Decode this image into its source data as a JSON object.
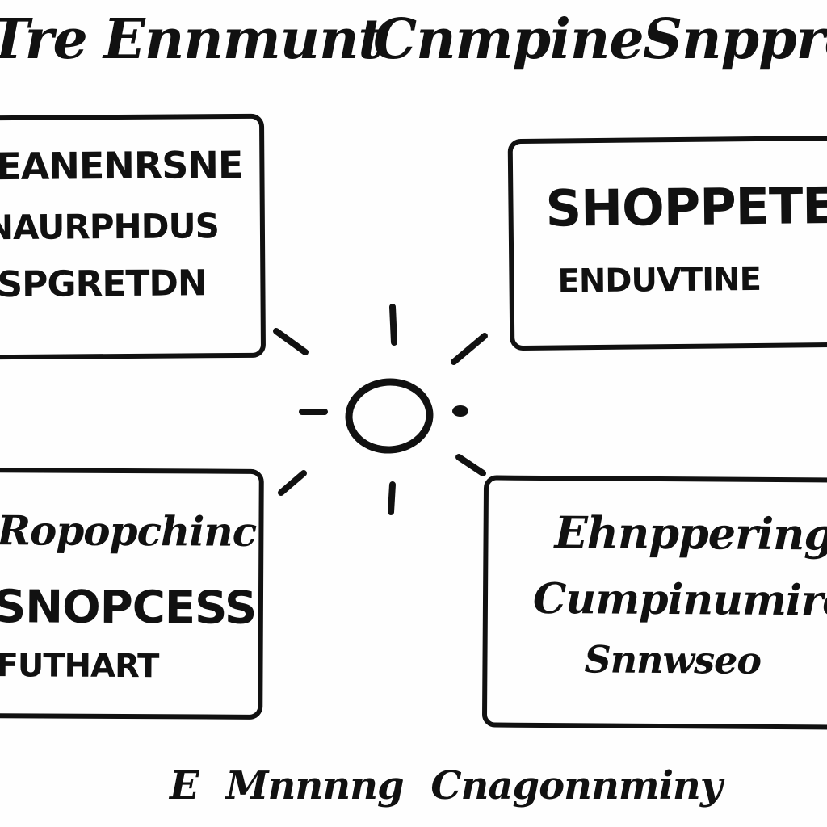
{
  "title": {
    "words": [
      "Tre",
      "Ennmunt",
      "Cnmpine",
      "Snppre"
    ]
  },
  "hub": {
    "icon": "sun-icon"
  },
  "boxes": {
    "top_left": {
      "lines": [
        "EANENRSNE",
        "NAURPHDUS",
        "SPGRETDN"
      ]
    },
    "top_right": {
      "lines": [
        "SHOPPETE",
        "ENDUVTINE"
      ]
    },
    "bottom_left": {
      "lines": [
        "Ropopchinc",
        "SNOPCESS",
        "FUTHART"
      ]
    },
    "bottom_right": {
      "lines": [
        "Ehnppering",
        "Cumpinumire",
        "Snnwseo"
      ]
    }
  },
  "footer": {
    "words": [
      "E",
      "Mnnnng",
      "Cnagonnminy"
    ]
  }
}
